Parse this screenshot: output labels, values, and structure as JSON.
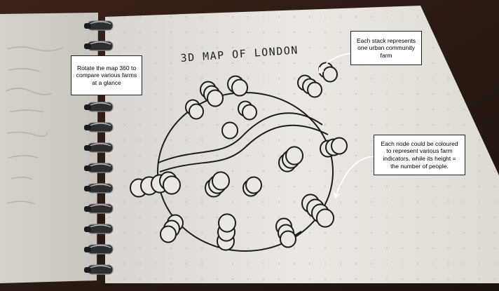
{
  "notebook": {
    "title": "3D MAP OF LONDON"
  },
  "callouts": {
    "rotate": "Rotate the map 360 to compare various farms at a glance",
    "stack": "Each stack represents one urban community farm",
    "node": "Each node could be coloured to represent various farm indicators, while its height = the number of people."
  },
  "colors": {
    "table": "#2a1a14",
    "paper": "#e9e6e1",
    "ink": "#1c1c1c",
    "spiral": "#3b3b3d"
  }
}
